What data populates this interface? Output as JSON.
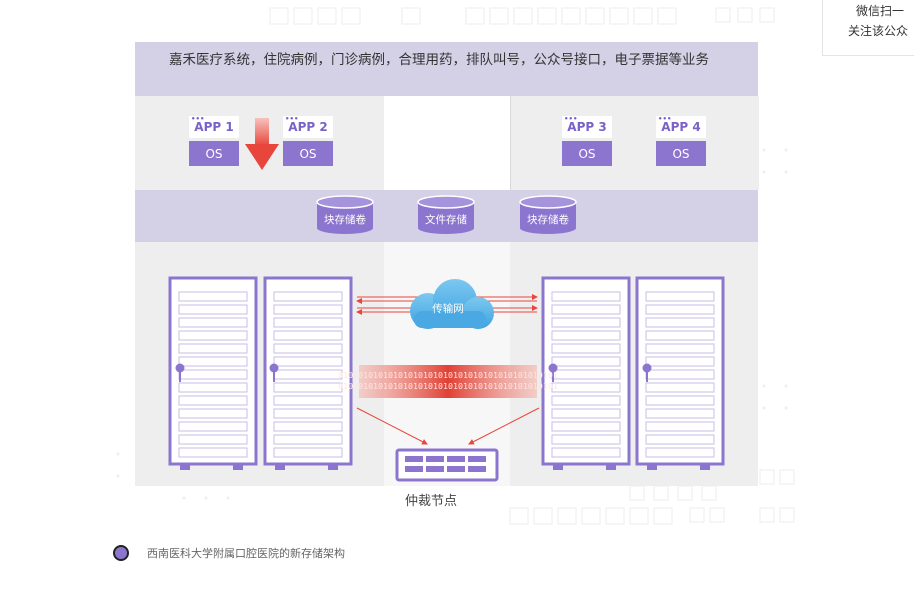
{
  "figure": {
    "top_bar_text": "嘉禾医疗系统，住院病例，门诊病例，合理用药，排队叫号，公众号接口，电子票据等业务",
    "apps": [
      {
        "app": "APP 1",
        "os": "OS"
      },
      {
        "app": "APP 2",
        "os": "OS"
      },
      {
        "app": "APP 3",
        "os": "OS"
      },
      {
        "app": "APP 4",
        "os": "OS"
      }
    ],
    "storage_volumes": [
      "块存储卷",
      "文件存储",
      "块存储卷"
    ],
    "network_label": "传输网",
    "binary_stream": "01010101010101010101010101010101010101010101",
    "arbitration_node_label": "仲裁节点",
    "colors": {
      "accent_purple": "#8c75cf",
      "band_lavender": "#d4d0e6",
      "arrow_red": "#e8453c",
      "cloud_blue": "#5ab4e8"
    },
    "icons": [
      "down-arrow-icon",
      "storage-cylinder-icon",
      "cloud-icon",
      "server-rack-icon",
      "arbitration-device-icon"
    ]
  },
  "caption": "西南医科大学附属口腔医院的新存储架构",
  "wechat_box": {
    "line1": "微信扫一",
    "line2": "关注该公众"
  }
}
